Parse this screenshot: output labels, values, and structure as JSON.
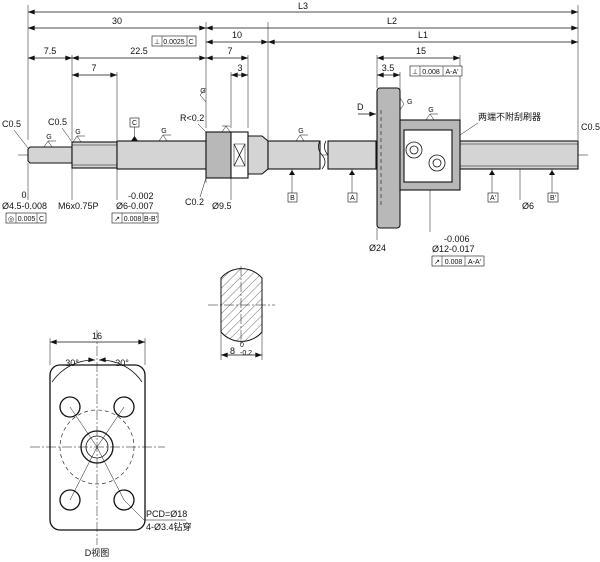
{
  "dims": {
    "l3": "L3",
    "l2": "L2",
    "l1": "L1",
    "d30": "30",
    "d10": "10",
    "d15": "15",
    "d7_5": "7.5",
    "d22_5": "22.5",
    "d7a": "7",
    "d7b": "7",
    "d3": "3",
    "d3_5": "3.5",
    "d16": "16"
  },
  "gdt": {
    "perp_c": {
      "sym": "⊥",
      "val": "0.0025",
      "ref": "C"
    },
    "perp_aa": {
      "sym": "⊥",
      "val": "0.008",
      "ref": "A-A'"
    },
    "conc_c": {
      "sym": "◎",
      "val": "0.005",
      "ref": "C"
    },
    "runout_bb": {
      "sym": "↗",
      "val": "0.008",
      "ref": "B-B'"
    },
    "runout_aa": {
      "sym": "↗",
      "val": "0.008",
      "ref": "A-A'"
    }
  },
  "labels": {
    "c05_left": "C0.5",
    "c05_mid": "C0.5",
    "c05_right": "C0.5",
    "r02": "R<0.2",
    "c02": "C0.2",
    "d_view_mark": "D",
    "tol_zero": "0",
    "phi45": "Ø4.5-0.008",
    "m6": "M6x0.75P",
    "tol_002": "-0.002",
    "phi6_tol": "Ø6-0.007",
    "phi95": "Ø9.5",
    "phi24": "Ø24",
    "tol_006": "-0.006",
    "phi12": "Ø12-0.017",
    "phi6": "Ø6",
    "no_wiper": "两端不附刮刷器",
    "section_w": "8",
    "section_tol_top": "0",
    "section_tol_bot": "-0.2",
    "ang_left": "30°",
    "ang_right": "30°",
    "pcd": "PCD=Ø18",
    "holes": "4-Ø3.4钻穿",
    "d_view": "D视图",
    "finish_g": "G"
  },
  "datums": {
    "c": "C",
    "b": "B",
    "a": "A",
    "a2": "A'",
    "b2": "B'"
  }
}
